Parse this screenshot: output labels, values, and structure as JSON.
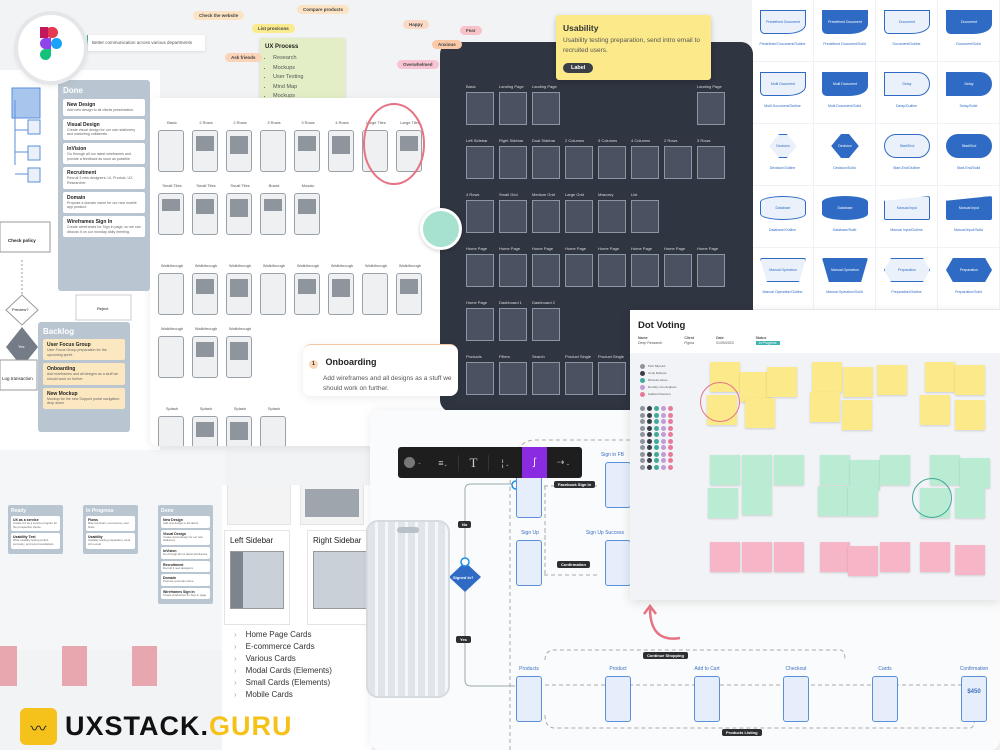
{
  "stickers": [
    {
      "text": "Check the website",
      "color": "#fbe3c4"
    },
    {
      "text": "List pros/cons",
      "color": "#fbeb8f"
    },
    {
      "text": "Compare products",
      "color": "#fbe3c4"
    },
    {
      "text": "Happy",
      "color": "#fbd9c4"
    },
    {
      "text": "Ask friends",
      "color": "#fbd3b8"
    },
    {
      "text": "Overwhelmed",
      "color": "#f8c3d3"
    },
    {
      "text": "Anxious",
      "color": "#fbc9a8"
    },
    {
      "text": "Fear",
      "color": "#f8c3c8"
    }
  ],
  "comment": "Better communication across various departments",
  "ux_process": {
    "title": "UX Process",
    "items": [
      "Research",
      "Mockups",
      "User Testing",
      "Mind Map",
      "Mockups"
    ]
  },
  "templates": {
    "row1": [
      "Basic",
      "2 Rows",
      "2 Rows",
      "3 Rows",
      "3 Rows",
      "4 Rows",
      "Large Tiles",
      "Large Tiles"
    ],
    "row2": [
      "Small Tiles",
      "Small Tiles",
      "Small Tiles",
      "Board",
      "Mosaic"
    ],
    "row3": [
      "Walkthrough",
      "Walkthrough",
      "Walkthrough",
      "Walkthrough",
      "Walkthrough",
      "Walkthrough",
      "Walkthrough",
      "Walkthrough"
    ],
    "row4": [
      "Walkthrough",
      "Walkthrough",
      "Walkthrough"
    ],
    "row5": [
      "Splash",
      "Splash",
      "Splash",
      "Splash"
    ]
  },
  "onboarding": {
    "number": "1",
    "title": "Onboarding",
    "text": "Add wireframes and all designs as a stuff we should work on further."
  },
  "flow_left": {
    "check_policy": "Check policy",
    "preview": "Preview?",
    "reject": "Reject",
    "yes": "Yes",
    "log": "Log transaction"
  },
  "done": {
    "title": "Done",
    "cards": [
      {
        "title": "New Design",
        "text": "Add new design to all clients presentation."
      },
      {
        "title": "Visual Design",
        "text": "Create visual design for our own stationery and marketing collaterals."
      },
      {
        "title": "InVision",
        "text": "Go through all our latest wireframes and provide a feedback as soon as possible."
      },
      {
        "title": "Recruitment",
        "text": "Recruit 3 new designers: UI, Product, UX Researcher."
      },
      {
        "title": "Domain",
        "text": "Propose a domain name for our new mobile app product."
      },
      {
        "title": "Wireframes Sign In",
        "text": "Create wireframes for Sign in page, so we can discuss it on our monday daily meeting."
      }
    ]
  },
  "backlog": {
    "title": "Backlog",
    "cards": [
      {
        "title": "User Focus Group",
        "text": "User Focus Group preparation for the upcoming sprint"
      },
      {
        "title": "Onboarding",
        "text": "Add wireframes and all designs as a stuff we should work on further."
      },
      {
        "title": "New Mockup",
        "text": "Mockup for the new Support portal navigation drop down"
      }
    ]
  },
  "usability": {
    "title": "Usability",
    "text": "Usability testing preparation, send intro email to recruited users.",
    "label": "Label"
  },
  "dark_templates": {
    "row1": [
      "Basic",
      "Landing Page",
      "Landing Page",
      "",
      "",
      "",
      "",
      "Landing Page"
    ],
    "row2": [
      "Left Sidebar",
      "Right Sidebar",
      "Dual Sidebar",
      "2 Columns",
      "3 Columns",
      "4 Columns",
      "2 Rows",
      "3 Rows"
    ],
    "row3": [
      "4 Rows",
      "Small Grid",
      "Medium Grid",
      "Large Grid",
      "Masonry",
      "List"
    ],
    "row4": [
      "Home Page",
      "Home Page",
      "Home Page",
      "Home Page",
      "Home Page",
      "Home Page",
      "Home Page",
      "Home Page"
    ],
    "row5": [
      "Home Page",
      "Dashboard 1",
      "Dashboard 2"
    ],
    "row6": [
      "Products",
      "Filters",
      "Search",
      "Product Single",
      "Product Single",
      "",
      "",
      ""
    ]
  },
  "shapes": [
    {
      "name": "Predefined Document",
      "label": "Predefined Document/Outline",
      "solid": false
    },
    {
      "name": "Predefined Document",
      "label": "Predefined Document/Solid",
      "solid": true
    },
    {
      "name": "Document",
      "label": "Document/Outline",
      "solid": false
    },
    {
      "name": "Document",
      "label": "Document/Solid",
      "solid": true
    },
    {
      "name": "Multi Document",
      "label": "Multi Document/Outline",
      "solid": false
    },
    {
      "name": "Multi Document",
      "label": "Multi Document/Solid",
      "solid": true
    },
    {
      "name": "Delay",
      "label": "Delay/Outline",
      "solid": false
    },
    {
      "name": "Delay",
      "label": "Delay/Solid",
      "solid": true
    },
    {
      "name": "Decision",
      "label": "Decision/Outline",
      "solid": false
    },
    {
      "name": "Decision",
      "label": "Decision/Solid",
      "solid": true
    },
    {
      "name": "Start/End",
      "label": "Start-End/Outline",
      "solid": false
    },
    {
      "name": "Start/End",
      "label": "Start-End/Solid",
      "solid": true
    },
    {
      "name": "Database",
      "label": "Database/Outline",
      "solid": false
    },
    {
      "name": "Database",
      "label": "Database/Solid",
      "solid": true
    },
    {
      "name": "Manual Input",
      "label": "Manual Input/Outline",
      "solid": false
    },
    {
      "name": "Manual Input",
      "label": "Manual Input/Solid",
      "solid": true
    },
    {
      "name": "Manual Operation",
      "label": "Manual Operation/Outline",
      "solid": false
    },
    {
      "name": "Manual Operation",
      "label": "Manual Operation/Solid",
      "solid": true
    },
    {
      "name": "Preparation",
      "label": "Preparation/Outline",
      "solid": false
    },
    {
      "name": "Preparation",
      "label": "Preparation/Solid",
      "solid": true
    }
  ],
  "dot_voting": {
    "title": "Dot Voting",
    "meta": [
      {
        "k": "Name",
        "v": "Deep Research"
      },
      {
        "k": "Client",
        "v": "Figma"
      },
      {
        "k": "Date",
        "v": "01/09/2023"
      },
      {
        "k": "Status",
        "v": "In Progress"
      }
    ],
    "legend": [
      "Piotr Mlynarz",
      "Cody Roberts",
      "Rhonda Jones",
      "Dorothy Cunningham",
      "Gabriel Peterson"
    ],
    "dot_colors": [
      "#8f939b",
      "#3a3f47",
      "#3fa99a",
      "#c59ad6",
      "#e77a9a"
    ]
  },
  "kanban": {
    "columns": [
      {
        "title": "Ready",
        "cards": [
          {
            "title": "UX as a service",
            "text": "Create UX as a service program for the prospective clients"
          },
          {
            "title": "Usability Test",
            "text": "Write usability testing scripts summary, and recommendations"
          }
        ]
      },
      {
        "title": "In Progress",
        "cards": [
          {
            "title": "Flows",
            "text": "Map important, ecommerce, user flows"
          },
          {
            "title": "Usability",
            "text": "Usability testing preparation, send intro email"
          }
        ]
      },
      {
        "title": "Done",
        "cards": [
          {
            "title": "New Design",
            "text": "Add new design to all clients"
          },
          {
            "title": "Visual Design",
            "text": "Create visual design for our own stationery"
          },
          {
            "title": "InVision",
            "text": "Go through all our latest wireframes"
          },
          {
            "title": "Recruitment",
            "text": "Recruit 3 new designers"
          },
          {
            "title": "Domain",
            "text": "Propose a domain name"
          },
          {
            "title": "Wireframes Sign In",
            "text": "Create wireframes for Sign in page"
          }
        ]
      }
    ]
  },
  "layouts": {
    "left": "Left Sidebar",
    "right": "Right Sidebar",
    "list": [
      "Home Page Cards",
      "E-commerce Cards",
      "Various Cards",
      "Modal Cards (Elements)",
      "Small Cards (Elements)",
      "Mobile Cards"
    ]
  },
  "userflow": {
    "toolbar": [
      "circle-fill",
      "stroke",
      "text",
      "line-weight",
      "connector-curve",
      "arrow-style"
    ],
    "accent": "#8a2be2",
    "screens": {
      "sign_in_fb": "Sign in FB",
      "sign_up": "Sign Up",
      "sign_up_success": "Sign Up Success"
    },
    "labels": {
      "facebook": "Facebook Sign In",
      "confirmation": "Confirmation",
      "no": "No",
      "yes": "Yes",
      "signed_in": "Signed In?",
      "continue": "Continue Shopping",
      "listing": "Products Listing"
    },
    "steps": [
      "Products",
      "Product",
      "Add to Cart",
      "Checkout",
      "Cards",
      "Confirmation"
    ],
    "price": "$450"
  },
  "brand": {
    "name_a": "UXSTACK.",
    "name_b": "GURU",
    "color": "#f5c21b"
  }
}
